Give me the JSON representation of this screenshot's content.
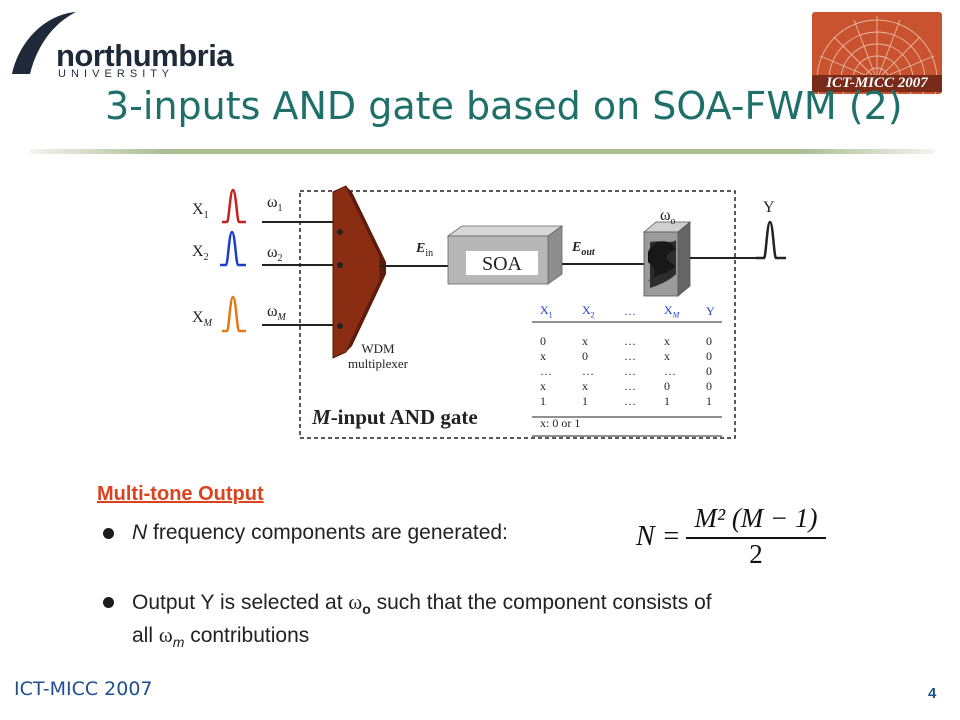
{
  "header": {
    "logo_name": "northumbria",
    "logo_sub": "U N I V E R S I T Y",
    "badge_text": "ICT-MICC 2007",
    "title": "3-inputs AND gate based on SOA-FWM (2)"
  },
  "diagram": {
    "inputs": [
      {
        "label": "X",
        "sub": "1",
        "freq": "ω",
        "freq_sub": "1",
        "color": "#c8201f"
      },
      {
        "label": "X",
        "sub": "2",
        "freq": "ω",
        "freq_sub": "2",
        "color": "#1a3fd0"
      },
      {
        "label": "X",
        "sub": "M",
        "freq": "ω",
        "freq_sub": "M",
        "color": "#e07a18"
      }
    ],
    "mux_label_line1": "WDM",
    "mux_label_line2": "multiplexer",
    "ein_label": "E",
    "ein_sub": "in",
    "soa_label": "SOA",
    "eout_label": "E",
    "eout_sub": "out",
    "filter_label": "ω",
    "filter_sub": "o",
    "output_label": "Y",
    "gate_label_italic": "M",
    "gate_label_rest": "-input AND gate",
    "truth_table": {
      "headers": [
        "X1",
        "X2",
        "…",
        "XM",
        "Y"
      ],
      "rows": [
        [
          "0",
          "x",
          "…",
          "x",
          "0"
        ],
        [
          "x",
          "0",
          "…",
          "x",
          "0"
        ],
        [
          "…",
          "…",
          "…",
          "…",
          "0"
        ],
        [
          "x",
          "x",
          "…",
          "0",
          "0"
        ],
        [
          "1",
          "1",
          "…",
          "1",
          "1"
        ]
      ],
      "note": "x: 0 or 1"
    }
  },
  "content": {
    "heading": "Multi-tone Output",
    "bullet1_var": "N",
    "bullet1_text": " frequency components are generated:",
    "bullet2_pre": "Output Y is selected at ",
    "bullet2_omega": "ω",
    "bullet2_omega_sub": "o",
    "bullet2_post": " such that the component consists of",
    "bullet2_line2_pre": "all ",
    "bullet2_line2_omega": "ω",
    "bullet2_line2_sub": "m",
    "bullet2_line2_post": " contributions",
    "formula_lhs": "N =",
    "formula_num": "M² (M − 1)",
    "formula_den": "2"
  },
  "footer": {
    "left": "ICT-MICC 2007",
    "page": "4"
  }
}
